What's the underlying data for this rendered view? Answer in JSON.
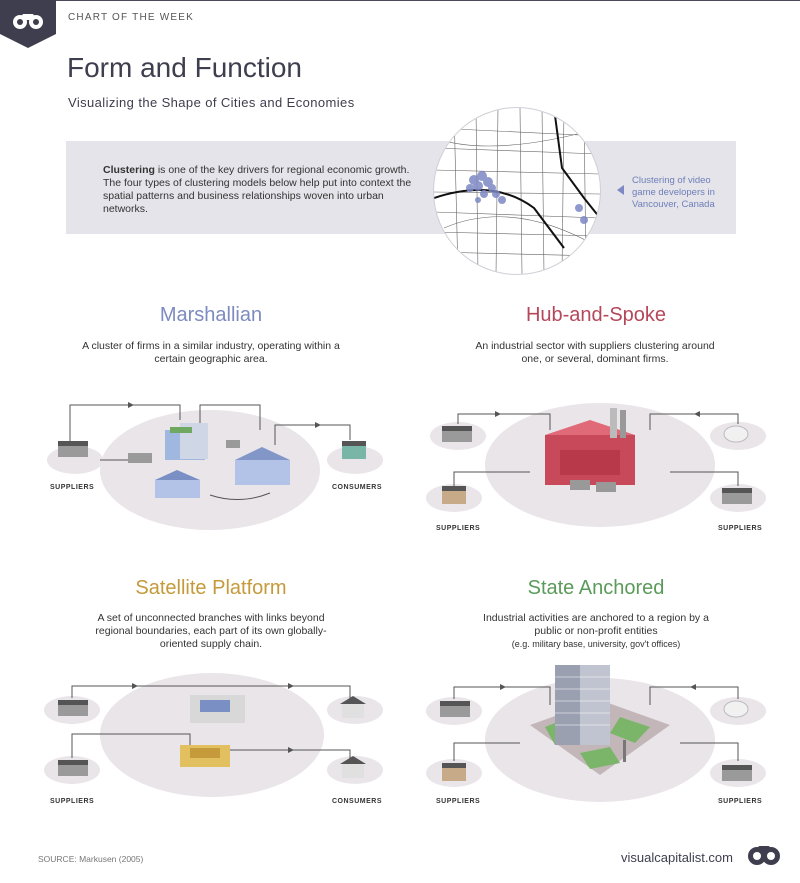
{
  "header": {
    "kicker": "CHART OF THE WEEK",
    "title": "Form and Function",
    "subtitle": "Visualizing the Shape of Cities and Economies"
  },
  "intro": {
    "bold": "Clustering",
    "text": " is one of the key drivers for regional economic growth. The four types of clustering models below help put into context the spatial patterns and business relationships woven into urban networks."
  },
  "map_note": "Clustering of video game developers in Vancouver, Canada",
  "sections": {
    "marshallian": {
      "title": "Marshallian",
      "desc": "A cluster of firms in a similar industry, operating within a certain geographic area.",
      "left_label": "SUPPLIERS",
      "right_label": "CONSUMERS",
      "color": "#7d8bc0"
    },
    "hub": {
      "title": "Hub-and-Spoke",
      "desc": "An industrial sector with suppliers clustering around one, or several, dominant firms.",
      "left_label": "SUPPLIERS",
      "right_label": "SUPPLIERS",
      "color": "#b5475a"
    },
    "satellite": {
      "title": "Satellite Platform",
      "desc": "A set of unconnected branches with links beyond regional boundaries, each part of its own globally-oriented supply chain.",
      "left_label": "SUPPLIERS",
      "right_label": "CONSUMERS",
      "color": "#c49a3a"
    },
    "state": {
      "title": "State Anchored",
      "desc": "Industrial activities are anchored to a region by a public or non-profit entities",
      "desc_small": "(e.g. military base, university, gov't offices)",
      "left_label": "SUPPLIERS",
      "right_label": "SUPPLIERS",
      "color": "#5a9a5a"
    }
  },
  "footer": {
    "source": "SOURCE: Markusen (2005)",
    "brand": "visualcapitalist.com"
  }
}
